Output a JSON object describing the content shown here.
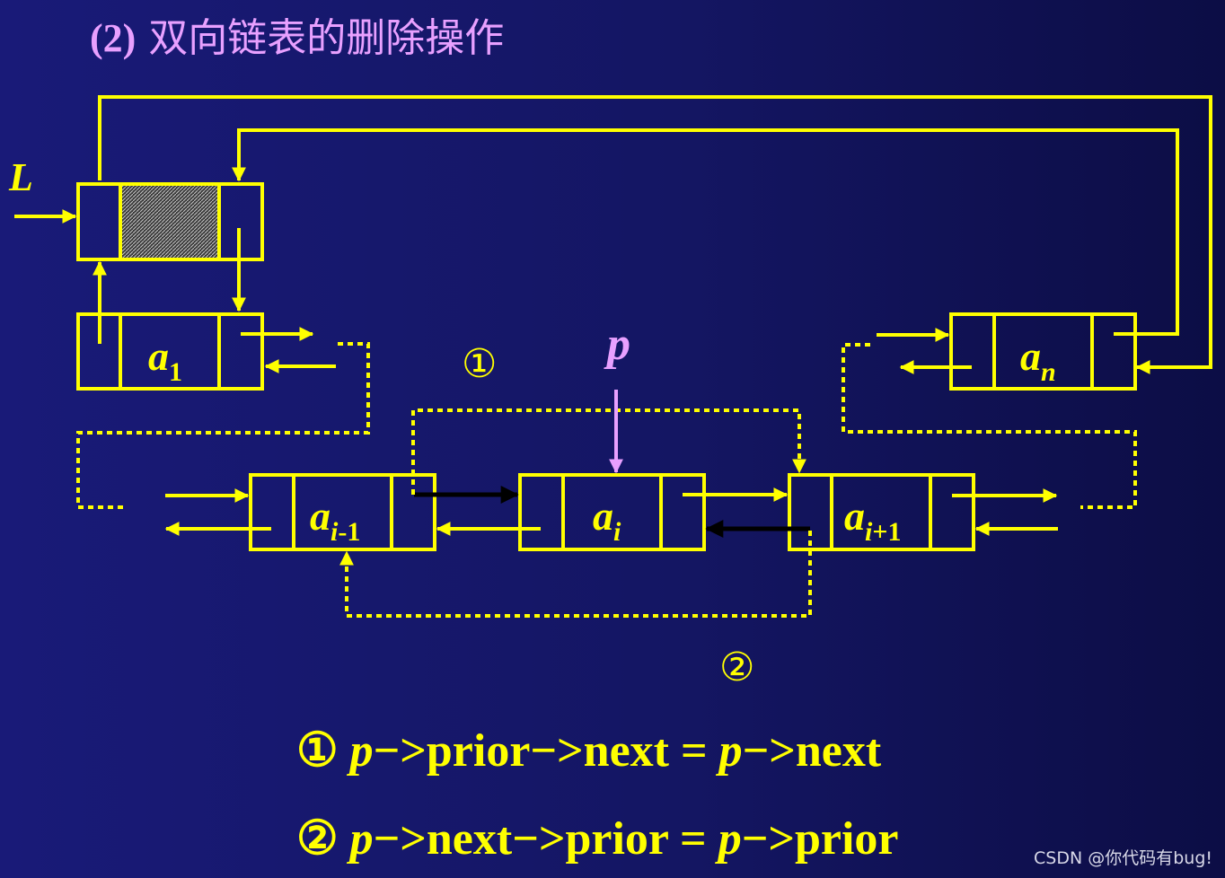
{
  "title": {
    "number": "(2)",
    "text": "双向链表的删除操作"
  },
  "labels": {
    "head_pointer": "L",
    "p_pointer": "p",
    "step_1": "①",
    "step_2": "②"
  },
  "nodes": {
    "a1": {
      "base": "a",
      "sub": "1"
    },
    "ai_minus_1": {
      "base": "a",
      "sub_italic": "i",
      "sub_rest": "-1"
    },
    "ai": {
      "base": "a",
      "sub_italic": "i",
      "sub_rest": ""
    },
    "ai_plus_1": {
      "base": "a",
      "sub_italic": "i",
      "sub_rest": "+1"
    },
    "an": {
      "base": "a",
      "sub_italic": "n",
      "sub_rest": ""
    }
  },
  "formulas": [
    {
      "mark": "①",
      "p1": "p",
      "mid": "−>prior−>next = ",
      "p2": "p",
      "end": "−>next"
    },
    {
      "mark": "②",
      "p1": "p",
      "mid": "−>next−>prior = ",
      "p2": "p",
      "end": "−>prior"
    }
  ],
  "watermark": "CSDN @你代码有bug!",
  "colors": {
    "link": "#ffff00",
    "highlight": "#e8a0ff",
    "modified_link": "#000000",
    "background": "#141663"
  }
}
